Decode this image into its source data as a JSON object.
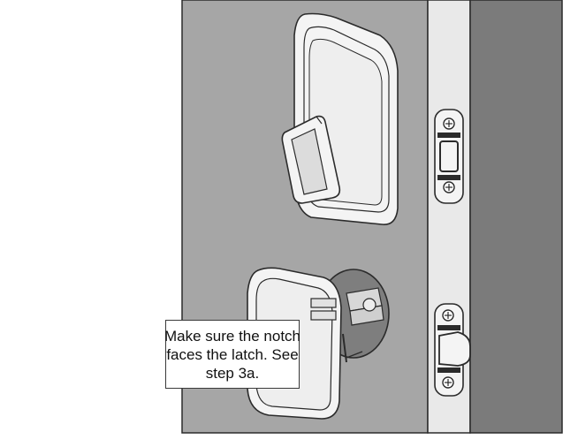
{
  "callout": {
    "lines": [
      "Make sure the notch",
      "faces the latch. See",
      "step 3a."
    ]
  },
  "colors": {
    "wall": "#a6a6a6",
    "door_edge": "#e9e9e9",
    "door_dark": "#7b7b7b",
    "hardware_fill": "#f4f4f4",
    "outline": "#2b2b2b"
  },
  "icons": [
    "deadbolt-latch-plate-icon",
    "spring-latch-plate-icon",
    "screw-icon"
  ]
}
